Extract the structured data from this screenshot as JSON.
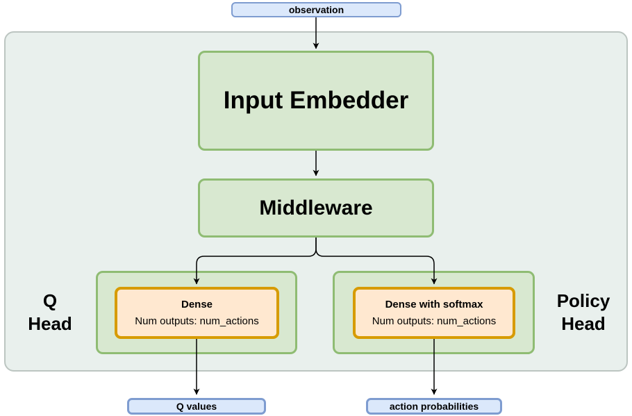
{
  "palette": {
    "page_bg": "#ffffff",
    "container_fill": "#e9f0ed",
    "container_border": "#bcc5c1",
    "green_fill": "#d8e8d0",
    "green_border": "#8fbc73",
    "orange_fill": "#ffe8d0",
    "orange_border": "#d79b00",
    "blue_fill": "#dbe8fb",
    "blue_border": "#7e9cd0",
    "arrow_color": "#000000",
    "text_color": "#000000"
  },
  "nodes": {
    "observation": {
      "label": "observation"
    },
    "input_embedder": {
      "label": "Input Embedder"
    },
    "middleware": {
      "label": "Middleware"
    },
    "q_head": {
      "label_line1": "Q",
      "label_line2": "Head",
      "block": {
        "title": "Dense",
        "subtitle": "Num outputs: num_actions"
      }
    },
    "policy_head": {
      "label_line1": "Policy",
      "label_line2": "Head",
      "block": {
        "title": "Dense with softmax",
        "subtitle": "Num outputs: num_actions"
      }
    },
    "q_values": {
      "label": "Q values"
    },
    "action_probabilities": {
      "label": "action probabilities"
    }
  }
}
